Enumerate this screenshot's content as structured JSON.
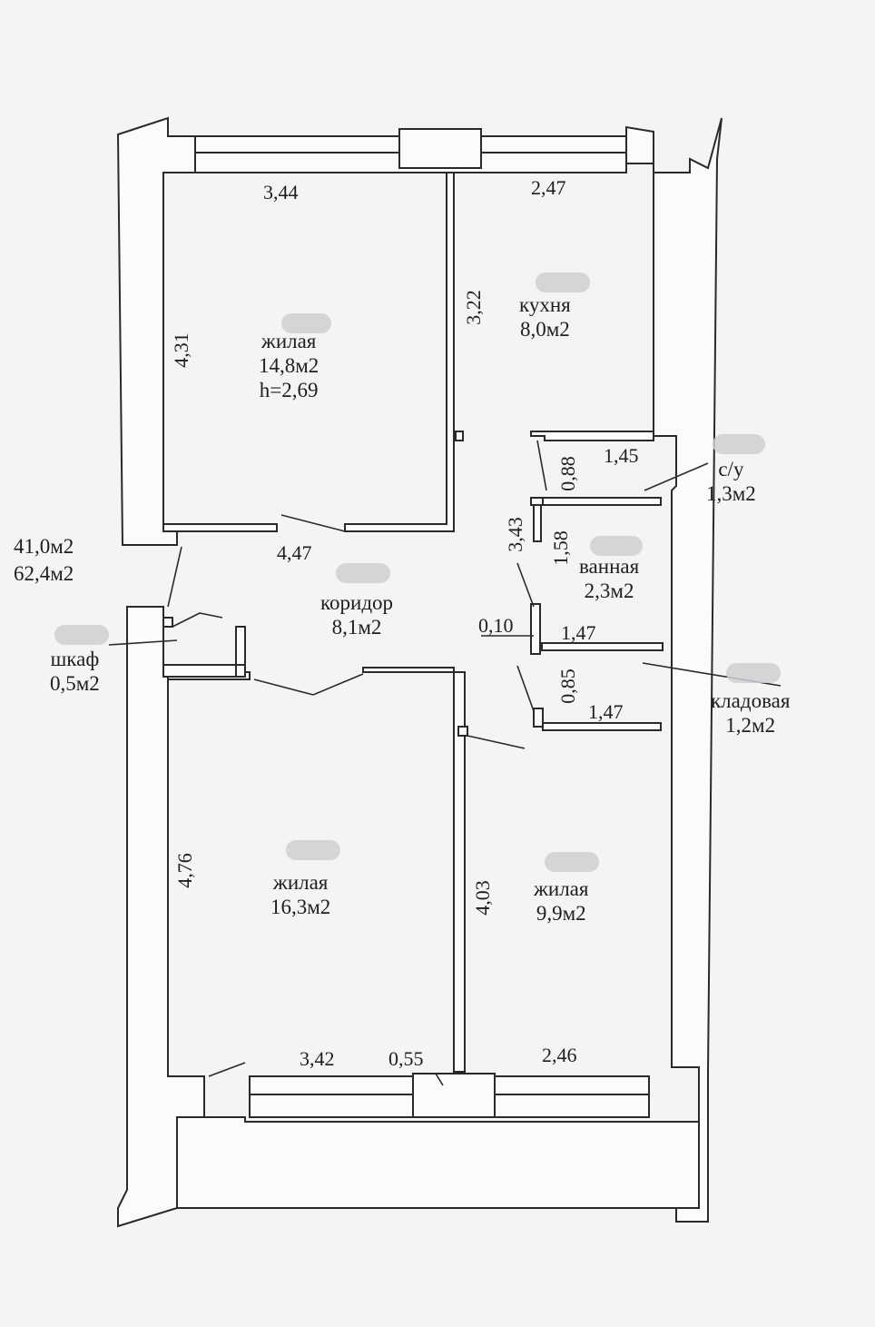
{
  "totals": {
    "living_area": "41,0м2",
    "total_area": "62,4м2"
  },
  "rooms": [
    {
      "id": "living1",
      "name": "жилая",
      "area": "14,8м2",
      "height": "h=2,69"
    },
    {
      "id": "kitchen",
      "name": "кухня",
      "area": "8,0м2"
    },
    {
      "id": "wc",
      "name": "с/у",
      "area": "1,3м2"
    },
    {
      "id": "bath",
      "name": "ванная",
      "area": "2,3м2"
    },
    {
      "id": "corridor",
      "name": "коридор",
      "area": "8,1м2"
    },
    {
      "id": "closet",
      "name": "шкаф",
      "area": "0,5м2"
    },
    {
      "id": "storage",
      "name": "кладовая",
      "area": "1,2м2"
    },
    {
      "id": "living2",
      "name": "жилая",
      "area": "16,3м2"
    },
    {
      "id": "living3",
      "name": "жилая",
      "area": "9,9м2"
    }
  ],
  "dimensions": {
    "living1_width": "3,44",
    "kitchen_width": "2,47",
    "living1_depth": "4,31",
    "kitchen_depth": "3,22",
    "corridor_length": "4,47",
    "wc_width": "1,45",
    "wc_depth": "0,88",
    "service_depth": "3,43",
    "bath_depth": "1,58",
    "partition": "0,10",
    "bath_width": "1,47",
    "storage_depth": "0,85",
    "storage_width": "1,47",
    "living2_depth": "4,76",
    "living3_depth": "4,03",
    "living2_width": "3,42",
    "pier_width": "0,55",
    "living3_width": "2,46"
  }
}
